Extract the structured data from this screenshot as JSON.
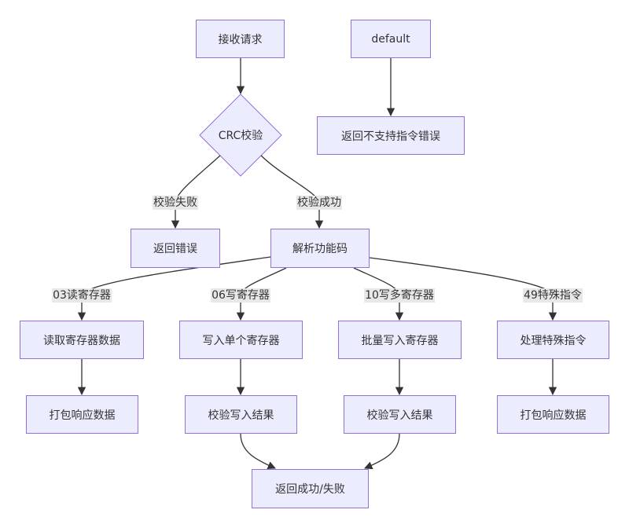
{
  "nodes": {
    "receive": "接收请求",
    "crc": "CRC校验",
    "default": "default",
    "unsupported": "返回不支持指令错误",
    "return_error": "返回错误",
    "parse": "解析功能码",
    "read_regs": "读取寄存器数据",
    "write_single": "写入单个寄存器",
    "write_multi": "批量写入寄存器",
    "special": "处理特殊指令",
    "pack_read": "打包响应数据",
    "verify_single": "校验写入结果",
    "verify_multi": "校验写入结果",
    "pack_special": "打包响应数据",
    "result": "返回成功/失败"
  },
  "edge_labels": {
    "crc_fail": "校验失败",
    "crc_ok": "校验成功",
    "fc03": "03读寄存器",
    "fc06": "06写寄存器",
    "fc10": "10写多寄存器",
    "fc49": "49特殊指令"
  },
  "colors": {
    "node_fill": "#ECECFF",
    "node_border": "#9370DB",
    "edge": "#333333",
    "label_bg": "#e8e8e8"
  }
}
